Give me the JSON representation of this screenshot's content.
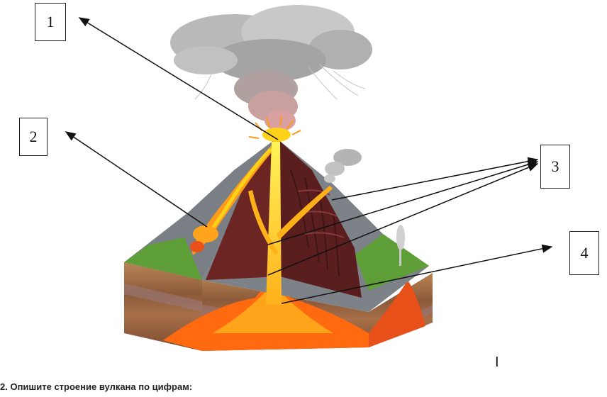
{
  "labels": {
    "one": "1",
    "two": "2",
    "three": "3",
    "four": "4"
  },
  "question": "2. Опишите строение вулкана по цифрам:",
  "cursor_mark": "I",
  "colors": {
    "lava_yellow": "#ffd21a",
    "lava_orange": "#ff7a10",
    "magma_red": "#e2401a",
    "crater_brown": "#6b2523",
    "ground_green": "#5e9e36",
    "ash_gray": "#a9a9a9",
    "soil_brown": "#8a5a3a",
    "soil_tan": "#c08f5a"
  }
}
